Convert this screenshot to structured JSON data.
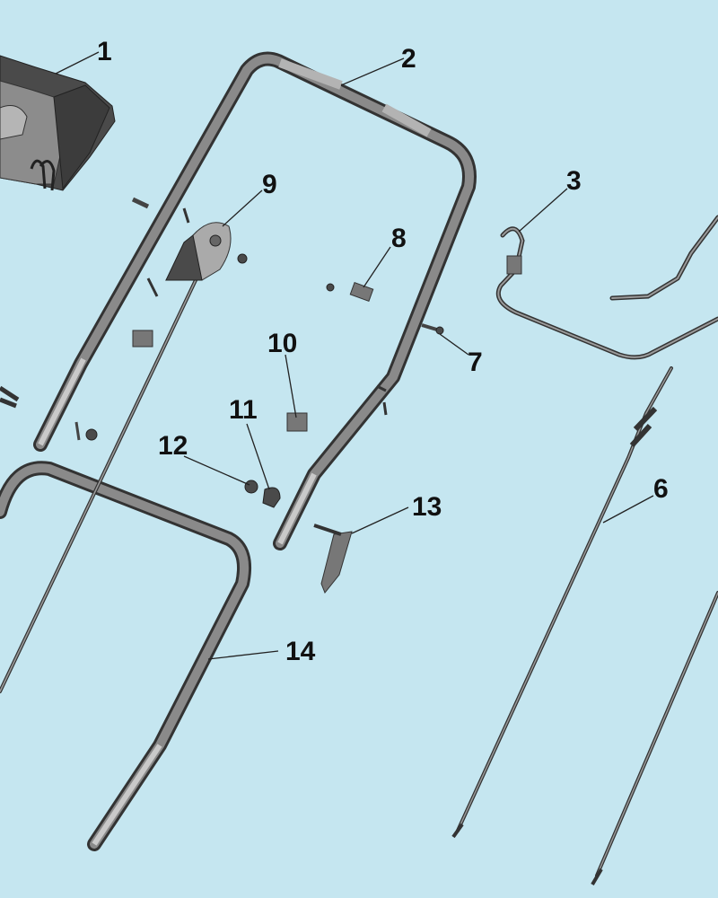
{
  "diagram": {
    "background": "#c5e6f0",
    "callouts": [
      {
        "id": "1",
        "label": "1"
      },
      {
        "id": "2",
        "label": "2"
      },
      {
        "id": "3",
        "label": "3"
      },
      {
        "id": "6",
        "label": "6"
      },
      {
        "id": "7",
        "label": "7"
      },
      {
        "id": "8",
        "label": "8"
      },
      {
        "id": "9",
        "label": "9"
      },
      {
        "id": "10",
        "label": "10"
      },
      {
        "id": "11",
        "label": "11"
      },
      {
        "id": "12",
        "label": "12"
      },
      {
        "id": "13",
        "label": "13"
      },
      {
        "id": "14",
        "label": "14"
      }
    ]
  }
}
